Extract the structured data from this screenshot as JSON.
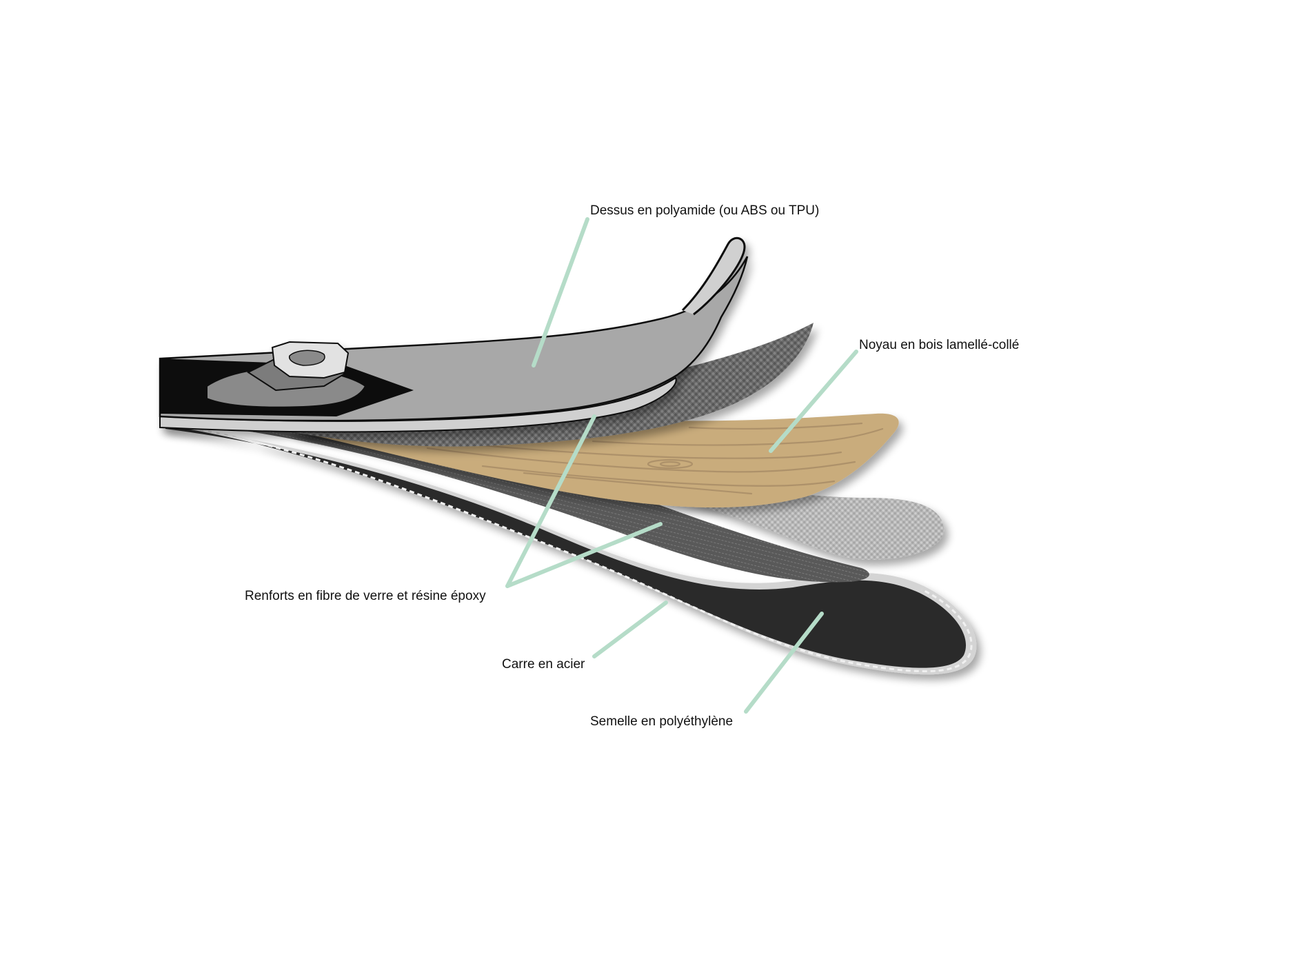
{
  "diagram": {
    "labels": {
      "top": "Dessus en polyamide (ou ABS ou TPU)",
      "core": "Noyau en bois lamellé-collé",
      "reinforcement": "Renforts en fibre de verre et résine époxy",
      "edge": "Carre en acier",
      "base": "Semelle en polyéthylène"
    },
    "colors": {
      "leader_line": "#b5dcc8",
      "top_sheet": "#a8a8a8",
      "top_sheet_outline": "#111111",
      "sidewall": "#d0d0d0",
      "upper_fiber": "#6e6e6e",
      "wood_core": "#c9ac7b",
      "wood_grain": "#ad916a",
      "lower_fiber": "#b9b9b9",
      "dark_fiber": "#565656",
      "base": "#2b2b2b",
      "edge": "#d4d4d4",
      "binding_black": "#0c0c0c",
      "binding_grey": "#8a8a8a",
      "background": "#ffffff"
    }
  }
}
